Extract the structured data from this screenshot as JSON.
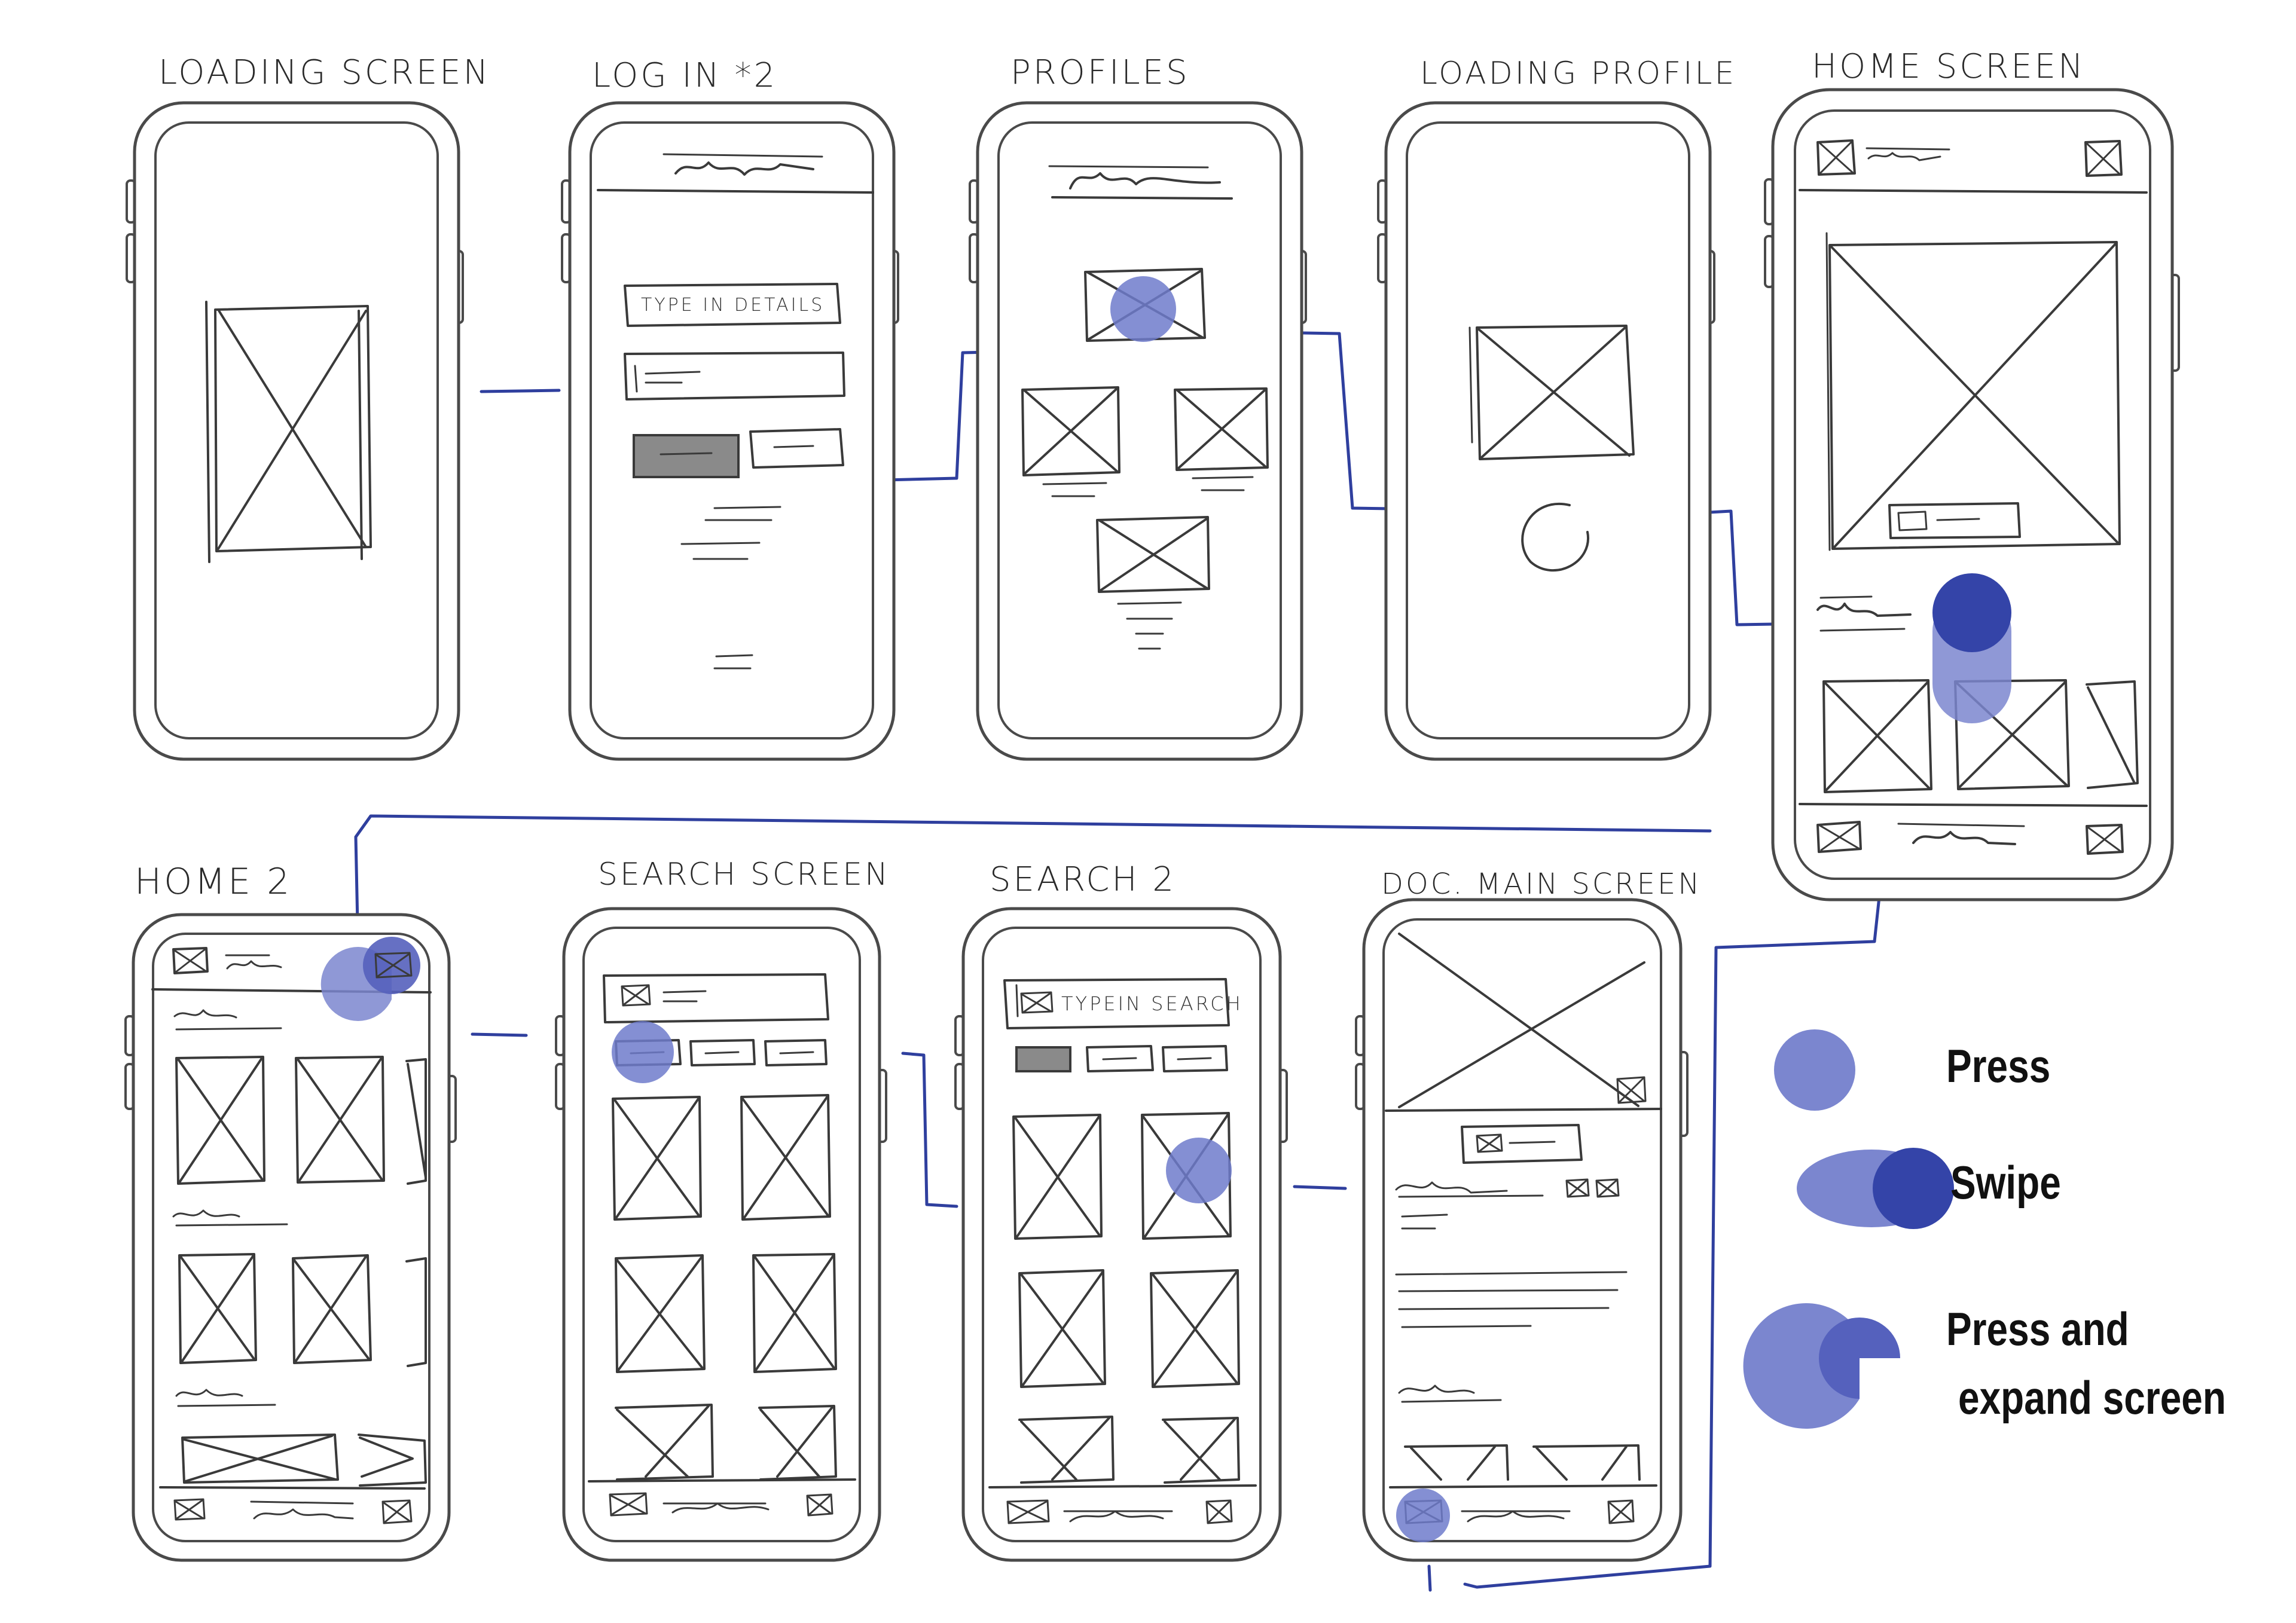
{
  "colors": {
    "flow_line": "#2f3f9e",
    "press_light": "#7b86cf",
    "press_dark": "#3444a8",
    "sketch": "#3a3a3a",
    "phone_outline": "#4a4a4a"
  },
  "screens": [
    {
      "title": "LOADING SCREEN"
    },
    {
      "title": "LOG IN *2",
      "field_label": "TYPE IN DETAILS"
    },
    {
      "title": "PROFILES"
    },
    {
      "title": "LOADING PROFILE"
    },
    {
      "title": "HOME SCREEN"
    },
    {
      "title": "HOME 2"
    },
    {
      "title": "SEARCH SCREEN"
    },
    {
      "title": "SEARCH 2",
      "search_label": "TYPEIN SEARCH"
    },
    {
      "title": "DOC. MAIN SCREEN"
    }
  ],
  "legend": {
    "press": "Press",
    "swipe": "Swipe",
    "press_expand_line1": "Press and",
    "press_expand_line2": "expand screen"
  }
}
